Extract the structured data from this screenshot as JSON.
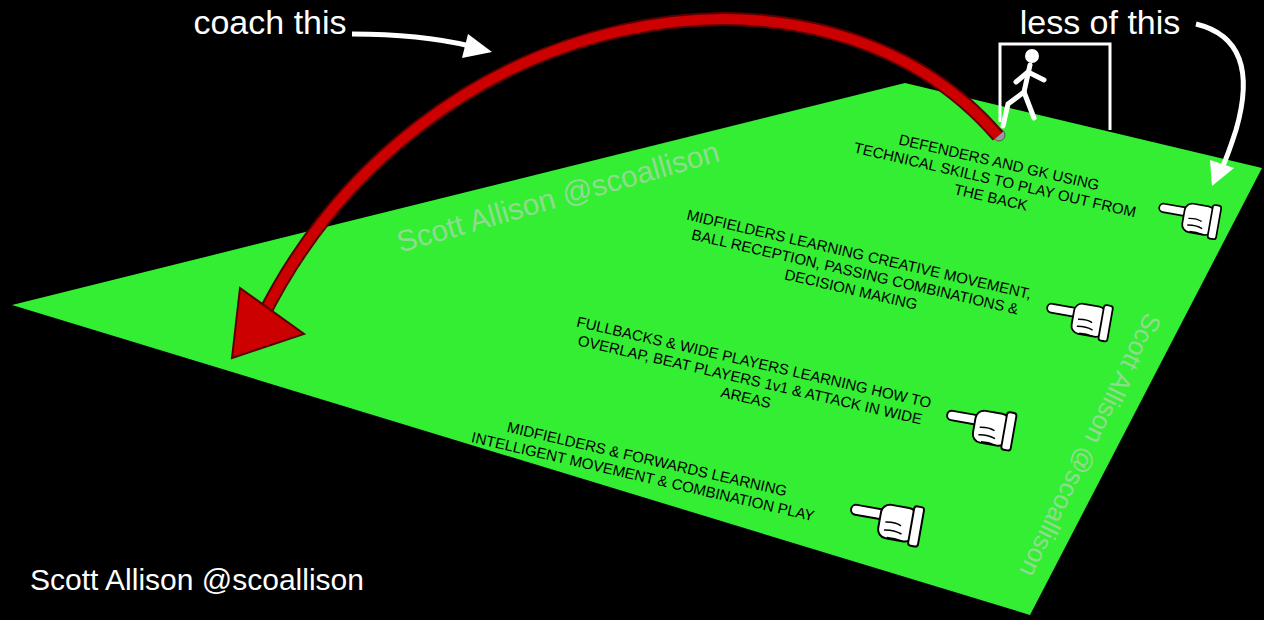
{
  "diagram": {
    "labels": [
      "coach this",
      "less of this",
      "DEFENDERS AND GK USING TECHNICAL SKILLS TO PLAY OUT FROM THE BACK",
      "MIDFIELDERS LEARNING CREATIVE MOVEMENT, BALL RECEPTION, PASSING COMBINATIONS & DECISION MAKING",
      "FULLBACKS & WIDE PLAYERS LEARNING HOW TO OVERLAP, BEAT PLAYERS 1v1 & ATTACK IN WIDE AREAS",
      "MIDFIELDERS & FORWARDS LEARNING INTELLIGENT MOVEMENT & COMBINATION PLAY",
      "Scott Allison @scoallison",
      "Scott Allison @scoallison",
      "Scott Allison @scoallison"
    ]
  }
}
